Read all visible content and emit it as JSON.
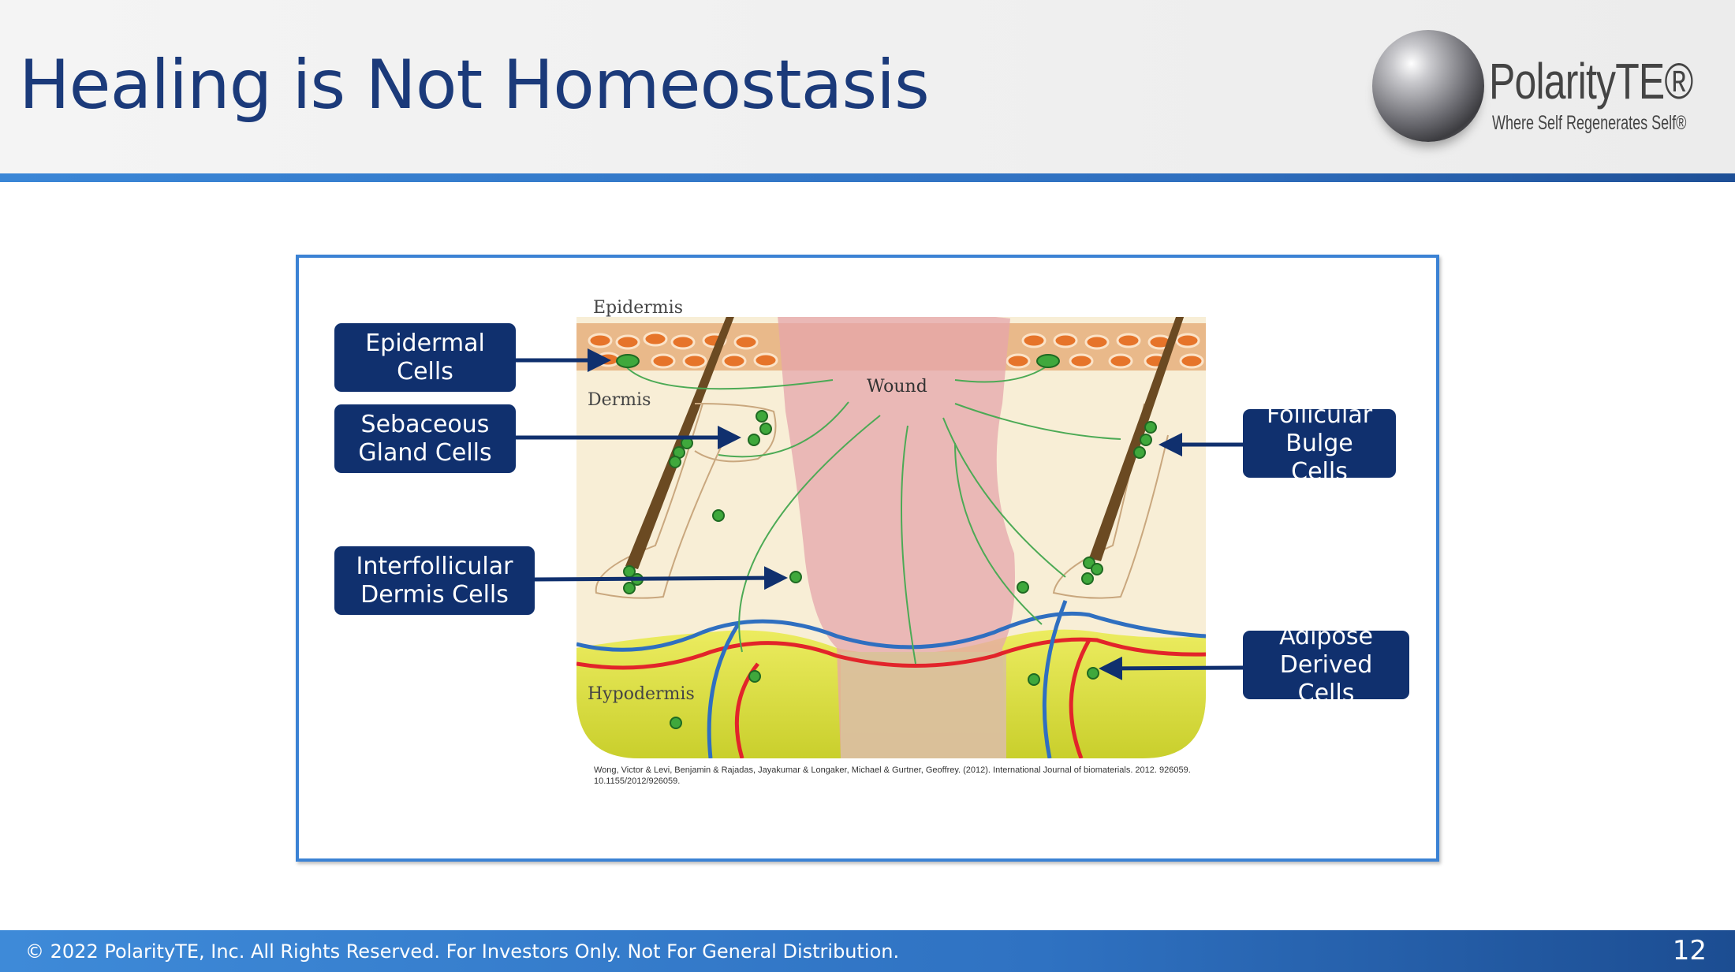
{
  "slide": {
    "title": "Healing is Not Homeostasis",
    "page_number": "12"
  },
  "logo": {
    "name": "PolarityTE®",
    "tagline": "Where Self Regenerates Self®"
  },
  "diagram": {
    "layers": {
      "epidermis": "Epidermis",
      "dermis": "Dermis",
      "wound": "Wound",
      "hypodermis": "Hypodermis"
    },
    "labels": {
      "epidermal": "Epidermal Cells",
      "sebaceous": "Sebaceous Gland Cells",
      "interfollicular": "Interfollicular Dermis Cells",
      "follicular": "Follicular Bulge Cells",
      "adipose": "Adipose Derived Cells"
    },
    "citation": "Wong, Victor & Levi, Benjamin & Rajadas, Jayakumar & Longaker, Michael & Gurtner, Geoffrey. (2012).  International Journal of biomaterials. 2012. 926059. 10.1155/2012/926059."
  },
  "footer": {
    "text": "© 2022 PolarityTE, Inc.  All Rights Reserved.  For Investors Only.  Not For General Distribution."
  },
  "colors": {
    "navy": "#10306e",
    "accent": "#3b82d4"
  }
}
